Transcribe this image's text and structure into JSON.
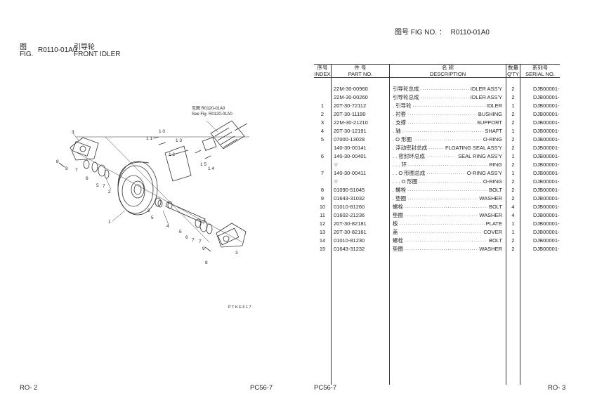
{
  "page_right_header": {
    "label": "图号 FIG NO. ：",
    "value": "R0110-01A0"
  },
  "left_header": {
    "zh_fig": "图",
    "en_fig": "FIG.",
    "fig_no": "R0110-01A0",
    "zh_title": "引导轮",
    "en_title": "FRONT IDLER"
  },
  "diagram": {
    "see_ref_zh": "见图 R0120-01A0",
    "see_ref_en": "See Fig. R0120-01A0",
    "code": "PTKE617",
    "callouts": [
      "3",
      "9",
      "10",
      "11",
      "13",
      "12",
      "15",
      "14",
      "4",
      "2",
      "1",
      "5",
      "6",
      "7",
      "8"
    ]
  },
  "table": {
    "headers": {
      "index_zh": "序号",
      "index_en": "INDEX",
      "part_zh": "件   号",
      "part_en": "PART NO.",
      "desc_zh": "名        称",
      "desc_en": "DESCRIPTION",
      "qty_zh": "数量",
      "qty_en": "Q'TY",
      "serial_zh": "系列号",
      "serial_en": "SERIAL NO."
    },
    "rows": [
      {
        "index": "",
        "part": "22M-30-00960",
        "zh": "引导轮总成",
        "en": "IDLER ASS'Y",
        "qty": "2",
        "serial": "DJB00001-"
      },
      {
        "index": "",
        "part": "22M-30-00260",
        "zh": "引导轮总成",
        "en": "IDLER ASS'Y",
        "qty": "2",
        "serial": "DJB00001-"
      },
      {
        "index": "1",
        "part": "20T-30-72112",
        "zh": ". 引导轮",
        "en": "IDLER",
        "qty": "1",
        "serial": "DJB00001-"
      },
      {
        "index": "2",
        "part": "20T-30-11190",
        "zh": ". 衬套",
        "en": "BUSHING",
        "qty": "2",
        "serial": "DJB00001-"
      },
      {
        "index": "3",
        "part": "22M-30-21210",
        "zh": ". 支撑",
        "en": "SUPPORT",
        "qty": "2",
        "serial": "DJB00001-"
      },
      {
        "index": "4",
        "part": "20T-30-12191",
        "zh": ". 轴",
        "en": "SHAFT",
        "qty": "1",
        "serial": "DJB00001-"
      },
      {
        "index": "5",
        "part": "07000-13028",
        "zh": ". O 形圈",
        "en": "O-RING",
        "qty": "2",
        "serial": "DJB00001-"
      },
      {
        "index": "",
        "part": "140-30-00141",
        "zh": ". 浮动密封总成",
        "en": "FLOATING SEAL ASS'Y",
        "qty": "2",
        "serial": "DJB00001-"
      },
      {
        "index": "6",
        "part": "140-30-00401",
        "zh": ". . 密封环总成",
        "en": "SEAL RING ASS'Y",
        "qty": "1",
        "serial": "DJB00001-"
      },
      {
        "index": "",
        "part": "☆",
        "zh": ". . . 环",
        "en": "RING",
        "qty": "2",
        "serial": "DJB00001-"
      },
      {
        "index": "7",
        "part": "140-30-00411",
        "zh": ". . O 形圈总成",
        "en": "O-RING ASS'Y",
        "qty": "1",
        "serial": "DJB00001-"
      },
      {
        "index": "",
        "part": "☆",
        "zh": ". . . O 形圈",
        "en": "O-RING",
        "qty": "2",
        "serial": "DJB00001-"
      },
      {
        "index": "8",
        "part": "01090-51045",
        "zh": ". 螺栓",
        "en": "BOLT",
        "qty": "2",
        "serial": "DJB00001-"
      },
      {
        "index": "9",
        "part": "01643-31032",
        "zh": ". 垫圈",
        "en": "WASHER",
        "qty": "2",
        "serial": "DJB00001-"
      },
      {
        "index": "10",
        "part": "01010-81260",
        "zh": "螺栓",
        "en": "BOLT",
        "qty": "4",
        "serial": "DJB00001-"
      },
      {
        "index": "11",
        "part": "01602-21236",
        "zh": "垫圈",
        "en": "WASHER",
        "qty": "4",
        "serial": "DJB00001-"
      },
      {
        "index": "12",
        "part": "20T-30-82181",
        "zh": "板",
        "en": "PLATE",
        "qty": "1",
        "serial": "DJB00001-"
      },
      {
        "index": "13",
        "part": "20T-30-82161",
        "zh": "盖",
        "en": "COVER",
        "qty": "1",
        "serial": "DJB00001-"
      },
      {
        "index": "14",
        "part": "01010-81230",
        "zh": "螺栓",
        "en": "BOLT",
        "qty": "2",
        "serial": "DJB00001-"
      },
      {
        "index": "15",
        "part": "01643-31232",
        "zh": "垫圈",
        "en": "WASHER",
        "qty": "2",
        "serial": "DJB00001-"
      }
    ]
  },
  "footer": {
    "left_page": "RO- 2",
    "left_model": "PC56-7",
    "right_model": "PC56-7",
    "right_page": "RO- 3"
  }
}
